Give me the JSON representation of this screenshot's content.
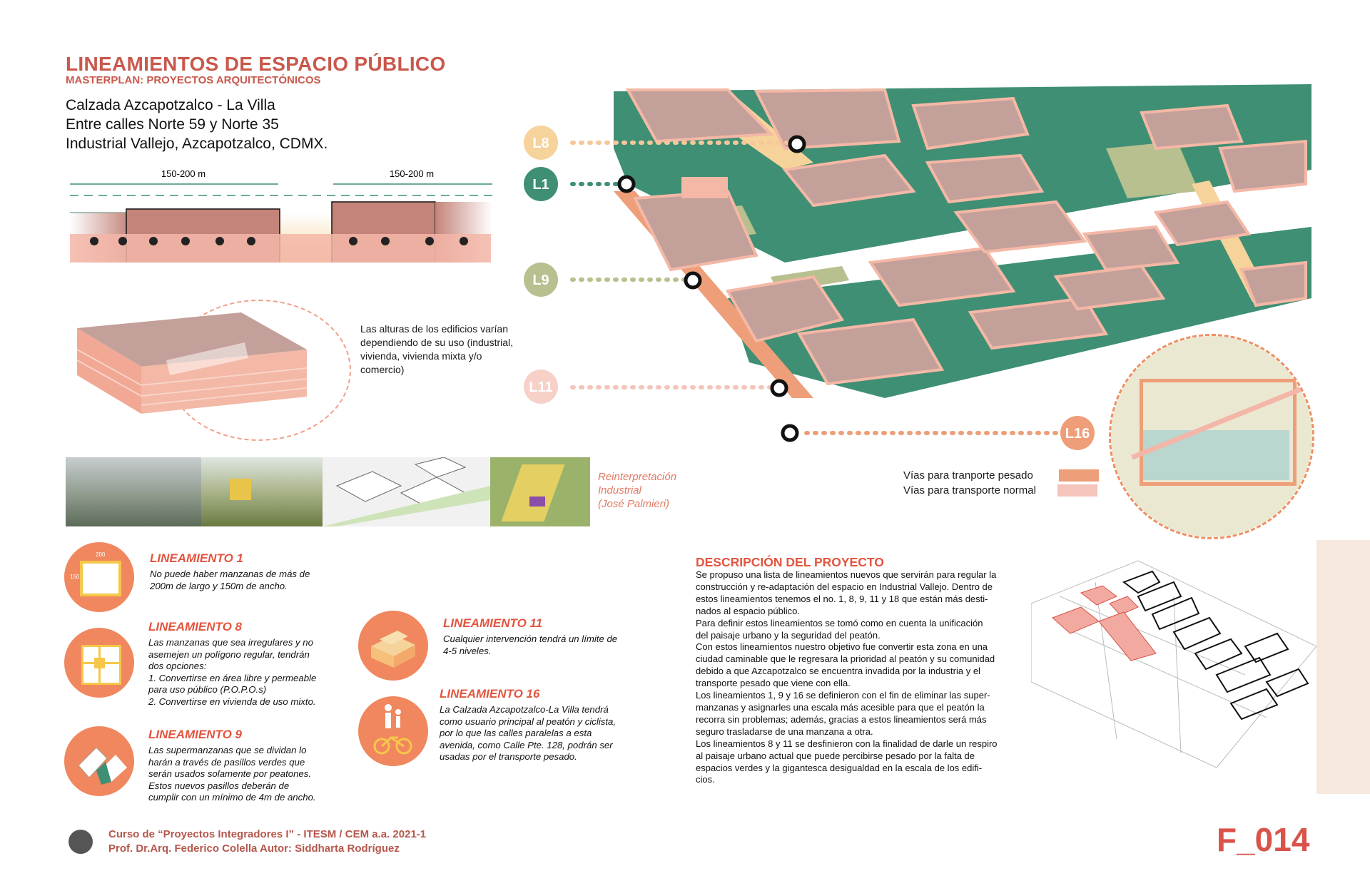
{
  "header": {
    "title": "LINEAMIENTOS DE ESPACIO PÚBLICO",
    "subtitle": "MASTERPLAN: PROYECTOS ARQUITECTÓNICOS",
    "location": [
      "Calzada Azcapotzalco - La Villa",
      "Entre calles Norte 59 y Norte 35",
      "Industrial Vallejo, Azcapotzalco, CDMX."
    ]
  },
  "section": {
    "dim_left": "150-200 m",
    "dim_right": "150-200 m"
  },
  "heights_note": "Las alturas de los edificios varían dependiendo de su uso (industrial, vivienda, vivienda mixta y/o comercio)",
  "reference": {
    "caption": "Reinterpretación\nIndustrial\n(José Palmieri)"
  },
  "map_labels": {
    "l8": "L8",
    "l1": "L1",
    "l9": "L9",
    "l11": "L11",
    "l16": "L16"
  },
  "legend": [
    {
      "label": "Vías para tranporte pesado",
      "color": "#ee9e78"
    },
    {
      "label": "Vías para transporte normal",
      "color": "#f5c4bb"
    }
  ],
  "lineamientos": {
    "l1": {
      "title": "LINEAMIENTO 1",
      "body": "No puede haber manzanas de más de\n200m de largo y 150m de ancho.",
      "dim_w": "200",
      "dim_h": "150"
    },
    "l8": {
      "title": "LINEAMIENTO 8",
      "body": "Las manzanas que sea irregulares y no\nasemejen un polígono regular, tendrán\ndos opciones:\n1. Convertirse en área libre y permeable\npara uso público (P.O.P.O.s)\n2. Convertirse en vivienda de uso mixto."
    },
    "l9": {
      "title": "LINEAMIENTO 9",
      "body": "Las supermanzanas que se dividan lo\nharán a través de pasillos verdes que\nserán usados solamente por peatones.\nEstos nuevos pasillos deberán de\ncumplir con un mínimo de 4m de ancho."
    },
    "l11": {
      "title": "LINEAMIENTO 11",
      "body": "Cualquier intervención tendrá un límite de\n4-5 niveles."
    },
    "l16": {
      "title": "LINEAMIENTO 16",
      "body": "La Calzada Azcapotzalco-La Villa tendrá\ncomo usuario principal al peatón y ciclista,\npor lo que las calles paralelas a esta\navenida, como Calle Pte. 128, podrán ser\nusadas por el transporte pesado."
    }
  },
  "description": {
    "title": "DESCRIPCIÓN DEL PROYECTO",
    "body": "Se propuso una lista de lineamientos nuevos que servirán para regular la\nconstrucción y re-adaptación del espacio en Industrial Vallejo. Dentro de\nestos lineamientos tenemos el no. 1, 8, 9, 11 y 18 que están más desti-\nnados al espacio público.\nPara definir estos lineamientos se tomó como en cuenta la unificación\ndel paisaje urbano y la seguridad del peatón.\nCon estos lineamientos nuestro objetivo fue convertir esta zona en una\nciudad caminable que le regresara la prioridad al peatón y su comunidad\ndebido a que Azcapotzalco se encuentra invadida por la industria y el\ntransporte pesado que viene con ella.\nLos lineamientos 1, 9 y 16 se definieron con el fin de eliminar las super-\nmanzanas y asignarles una escala más acesible para que el peatón la\nrecorra sin problemas; además, gracias a estos lineamientos será más\nseguro trasladarse de una manzana a otra.\nLos lineamientos 8 y 11 se desfinieron con la finalidad de darle un respiro\nal paisaje urbano actual que puede percibirse pesado por la falta de\nespacios verdes y la gigantesca desigualdad en la escala de los edifi-\ncios."
  },
  "footer": {
    "course": "Curso de “Proyectos Integradores I” - ITESM / CEM a.a. 2021-1",
    "authors": "Prof. Dr.Arq. Federico Colella  Autor: Siddharta Rodríguez",
    "code": "F_014"
  },
  "colors": {
    "accent": "#c9584c",
    "orange": "#f0875e",
    "green": "#3f8f74",
    "pink": "#f4b8a6",
    "roof": "#b8a29f",
    "olive": "#b7c08e"
  }
}
